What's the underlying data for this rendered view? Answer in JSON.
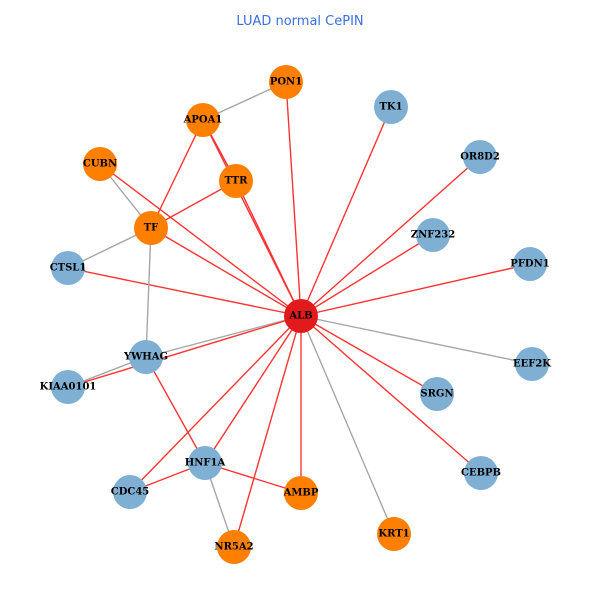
{
  "title": "LUAD normal CePIN",
  "colors": {
    "hub": "#e31a1c",
    "orange": "#ff7f00",
    "blue": "#7fb0d3",
    "edge_red": "#ff3333",
    "edge_gray": "#a6a6a6",
    "title": "#3b6fe0"
  },
  "nodes": [
    {
      "id": "ALB",
      "group": "hub"
    },
    {
      "id": "PON1",
      "group": "orange"
    },
    {
      "id": "APOA1",
      "group": "orange"
    },
    {
      "id": "CUBN",
      "group": "orange"
    },
    {
      "id": "TTR",
      "group": "orange"
    },
    {
      "id": "TF",
      "group": "orange"
    },
    {
      "id": "CTSL1",
      "group": "blue"
    },
    {
      "id": "YWHAG",
      "group": "blue"
    },
    {
      "id": "KIAA0101",
      "group": "blue"
    },
    {
      "id": "HNF1A",
      "group": "blue"
    },
    {
      "id": "CDC45",
      "group": "blue"
    },
    {
      "id": "AMBP",
      "group": "orange"
    },
    {
      "id": "NR5A2",
      "group": "orange"
    },
    {
      "id": "KRT1",
      "group": "orange"
    },
    {
      "id": "CEBPB",
      "group": "blue"
    },
    {
      "id": "SRGN",
      "group": "blue"
    },
    {
      "id": "EEF2K",
      "group": "blue"
    },
    {
      "id": "PFDN1",
      "group": "blue"
    },
    {
      "id": "ZNF232",
      "group": "blue"
    },
    {
      "id": "OR8D2",
      "group": "blue"
    },
    {
      "id": "TK1",
      "group": "blue"
    }
  ],
  "edges": [
    {
      "s": "ALB",
      "t": "PON1",
      "type": "red"
    },
    {
      "s": "ALB",
      "t": "APOA1",
      "type": "red"
    },
    {
      "s": "ALB",
      "t": "TTR",
      "type": "red"
    },
    {
      "s": "ALB",
      "t": "CUBN",
      "type": "red"
    },
    {
      "s": "ALB",
      "t": "TF",
      "type": "red"
    },
    {
      "s": "ALB",
      "t": "CTSL1",
      "type": "red"
    },
    {
      "s": "ALB",
      "t": "YWHAG",
      "type": "gray"
    },
    {
      "s": "ALB",
      "t": "KIAA0101",
      "type": "red"
    },
    {
      "s": "ALB",
      "t": "CDC45",
      "type": "red"
    },
    {
      "s": "ALB",
      "t": "HNF1A",
      "type": "red"
    },
    {
      "s": "ALB",
      "t": "NR5A2",
      "type": "red"
    },
    {
      "s": "ALB",
      "t": "AMBP",
      "type": "red"
    },
    {
      "s": "ALB",
      "t": "KRT1",
      "type": "gray"
    },
    {
      "s": "ALB",
      "t": "CEBPB",
      "type": "red"
    },
    {
      "s": "ALB",
      "t": "SRGN",
      "type": "red"
    },
    {
      "s": "ALB",
      "t": "EEF2K",
      "type": "gray"
    },
    {
      "s": "ALB",
      "t": "PFDN1",
      "type": "red"
    },
    {
      "s": "ALB",
      "t": "ZNF232",
      "type": "red"
    },
    {
      "s": "ALB",
      "t": "OR8D2",
      "type": "red"
    },
    {
      "s": "ALB",
      "t": "TK1",
      "type": "red"
    },
    {
      "s": "PON1",
      "t": "APOA1",
      "type": "gray"
    },
    {
      "s": "APOA1",
      "t": "TF",
      "type": "red"
    },
    {
      "s": "APOA1",
      "t": "TTR",
      "type": "red"
    },
    {
      "s": "TTR",
      "t": "TF",
      "type": "red"
    },
    {
      "s": "CUBN",
      "t": "TF",
      "type": "gray"
    },
    {
      "s": "TF",
      "t": "CTSL1",
      "type": "gray"
    },
    {
      "s": "TF",
      "t": "YWHAG",
      "type": "gray"
    },
    {
      "s": "YWHAG",
      "t": "KIAA0101",
      "type": "gray"
    },
    {
      "s": "YWHAG",
      "t": "HNF1A",
      "type": "red"
    },
    {
      "s": "HNF1A",
      "t": "CDC45",
      "type": "red"
    },
    {
      "s": "HNF1A",
      "t": "AMBP",
      "type": "red"
    },
    {
      "s": "HNF1A",
      "t": "NR5A2",
      "type": "gray"
    }
  ]
}
